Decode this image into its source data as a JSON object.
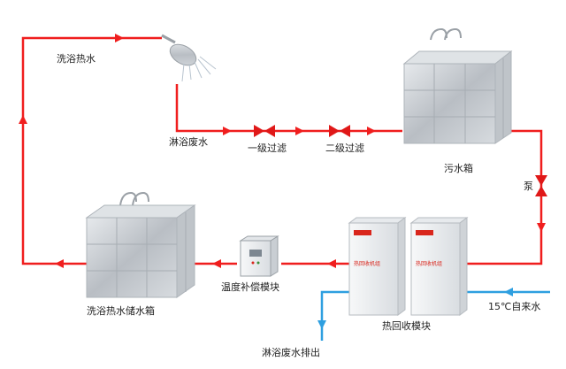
{
  "labels": {
    "shower_hot_water": "洗浴热水",
    "shower_waste_water": "淋浴废水",
    "primary_filter": "一级过滤",
    "secondary_filter": "二级过滤",
    "sewage_tank": "污水箱",
    "pump": "泵",
    "hot_water_storage_tank": "洗浴热水储水箱",
    "temperature_compensation_module": "温度补偿模块",
    "heat_recovery_module": "热回收模块",
    "tap_water_inlet": "15℃自来水",
    "waste_water_discharge": "淋浴废水排出"
  },
  "unit_panel_text": "热回收机组",
  "colors": {
    "hot_pipe": "#f01e1e",
    "cold_pipe": "#2e9fe0",
    "tank_steel": "#c9ced3",
    "unit_body": "#eef0f2",
    "brand_red": "#d9261c"
  }
}
